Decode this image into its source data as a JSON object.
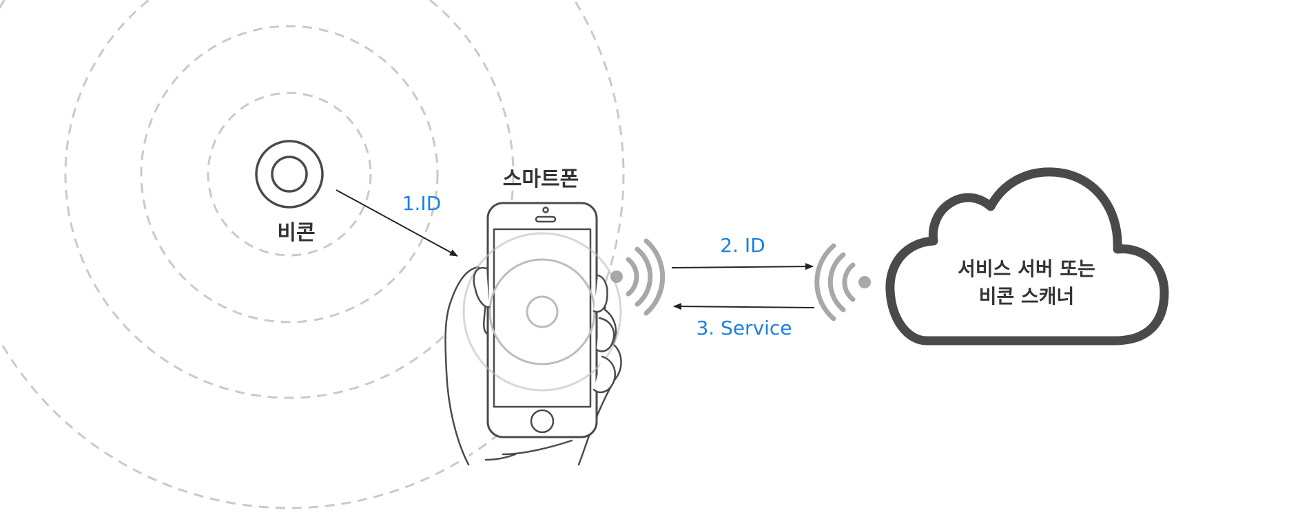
{
  "labels": {
    "beacon": "비콘",
    "smartphone": "스마트폰",
    "step1": "1.ID",
    "step2": "2. ID",
    "step3": "3. Service",
    "cloud_line1": "서비스 서버 또는",
    "cloud_line2": "비콘 스캐너"
  },
  "colors": {
    "ring": "#c9c9c9",
    "outline": "#4a4a4a",
    "text_dark": "#333333",
    "text_blue": "#1a7fe0",
    "arrow": "#222222",
    "signal": "#9a9a9a"
  },
  "icons": {
    "beacon": "beacon-icon",
    "phone": "smartphone-in-hand-icon",
    "cloud": "cloud-icon",
    "signal_phone": "signal-waves-icon",
    "signal_cloud": "signal-waves-icon"
  }
}
